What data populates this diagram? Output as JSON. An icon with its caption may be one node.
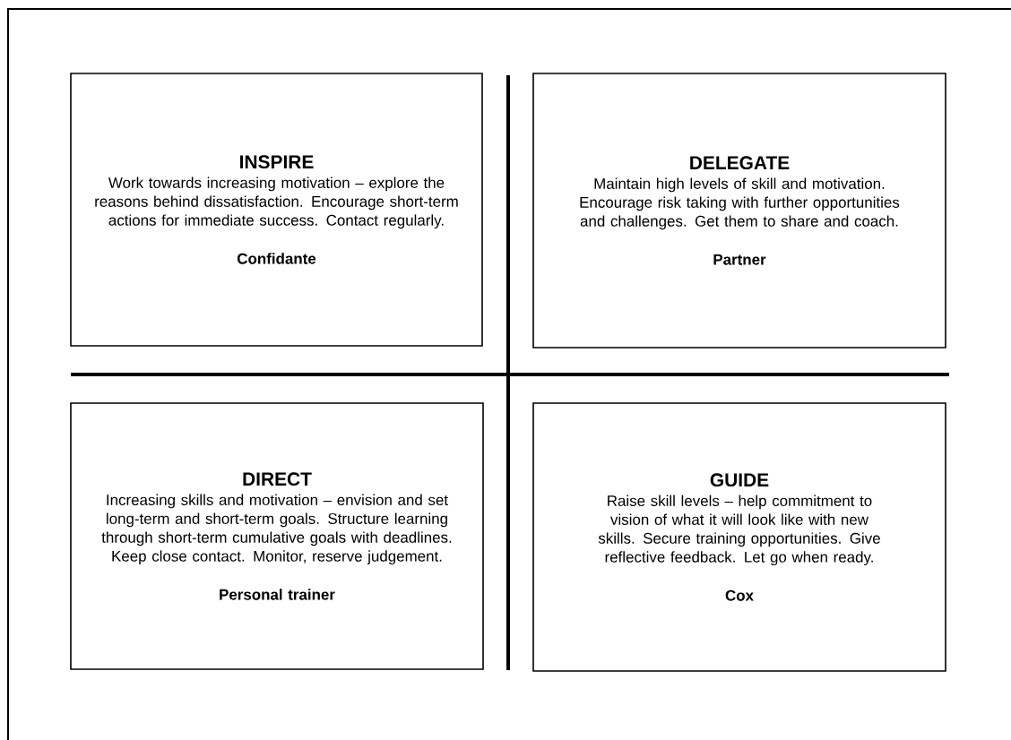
{
  "diagram": {
    "nodes": [
      {
        "text": [
          "INSPIRE",
          "Work towards increasing motivation – explore the reasons behind dissatisfaction. Encourage short-term actions for immediate success. Contact regularly.",
          "Confidante"
        ]
      },
      {
        "text": [
          "DELEGATE",
          "Maintain high levels of skill and motivation. Encourage risk taking with further opportunities and challenges. Get them to share and coach.",
          "Partner"
        ]
      },
      {
        "text": [
          "DIRECT",
          "Increasing skills and motivation – envision and set long-term and short-term goals. Structure learning through short-term cumulative goals with deadlines. Keep close contact. Monitor, reserve judgement.",
          "Personal trainer"
        ]
      },
      {
        "text": [
          "GUIDE",
          "Raise skill levels – help commitment to vision of what it will look like with new skills. Secure training opportunities. Give reflective feedback. Let go when ready.",
          "Cox"
        ]
      }
    ]
  }
}
